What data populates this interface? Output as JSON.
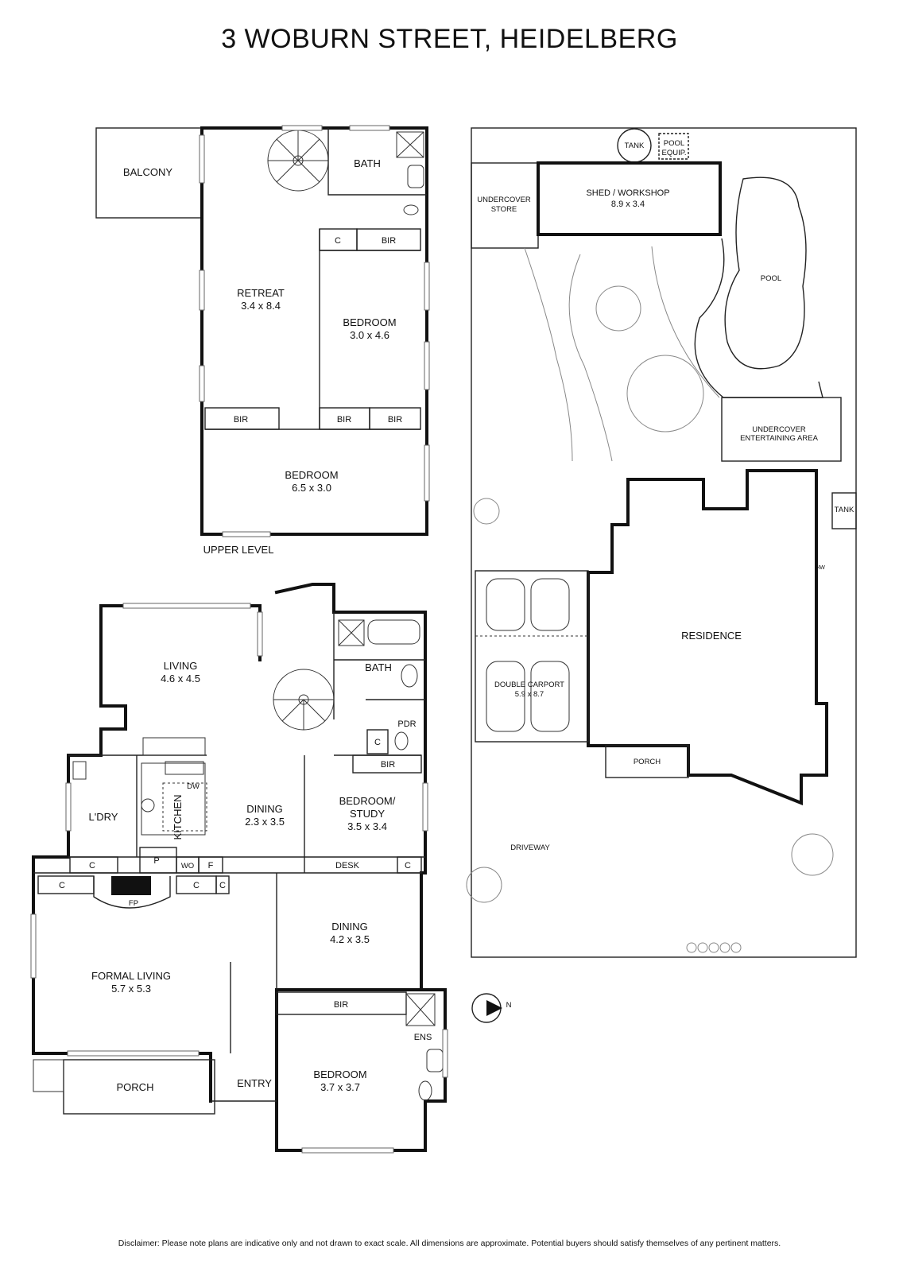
{
  "title": "3 WOBURN STREET, HEIDELBERG",
  "upper_level": {
    "label": "UPPER LEVEL",
    "rooms": {
      "balcony": "BALCONY",
      "bath": "BATH",
      "retreat": "RETREAT",
      "retreat_dim": "3.4 x 8.4",
      "bedroom_a": "BEDROOM",
      "bedroom_a_dim": "3.0 x 4.6",
      "bedroom_b": "BEDROOM",
      "bedroom_b_dim": "6.5 x 3.0",
      "c": "C",
      "bir_top": "BIR",
      "bir_1": "BIR",
      "bir_2": "BIR",
      "bir_3": "BIR"
    }
  },
  "ground_level": {
    "rooms": {
      "living": "LIVING",
      "living_dim": "4.6 x 4.5",
      "bath": "BATH",
      "pdr": "PDR",
      "c_pdr": "C",
      "bir": "BIR",
      "ldry": "L'DRY",
      "kitchen": "KITCHEN",
      "dw": "DW",
      "dining_small": "DINING",
      "dining_small_dim": "2.3 x 3.5",
      "bedroom_study": "BEDROOM/",
      "bedroom_study_2": "STUDY",
      "bedroom_study_dim": "3.5 x 3.4",
      "desk": "DESK",
      "c_desk": "C",
      "c1": "C",
      "p": "P",
      "wo": "WO",
      "f": "F",
      "c2": "C",
      "c3": "C",
      "c4": "C",
      "fp": "FP",
      "dining_large": "DINING",
      "dining_large_dim": "4.2 x 3.5",
      "formal_living": "FORMAL LIVING",
      "formal_living_dim": "5.7 x 5.3",
      "bir_bed": "BIR",
      "ens": "ENS",
      "bedroom": "BEDROOM",
      "bedroom_dim": "3.7 x 3.7",
      "porch": "PORCH",
      "entry": "ENTRY"
    }
  },
  "site_plan": {
    "tank_top": "TANK",
    "pool_equip_1": "POOL",
    "pool_equip_2": "EQUIP.",
    "undercover_store_1": "UNDERCOVER",
    "undercover_store_2": "STORE",
    "shed": "SHED / WORKSHOP",
    "shed_dim": "8.9 x 3.4",
    "pool": "POOL",
    "entertaining_1": "UNDERCOVER",
    "entertaining_2": "ENTERTAINING AREA",
    "tank_side": "TANK",
    "hw": "HW",
    "residence": "RESIDENCE",
    "carport": "DOUBLE CARPORT",
    "carport_dim": "5.9 x 8.7",
    "porch": "PORCH",
    "driveway": "DRIVEWAY"
  },
  "compass": {
    "label": "N"
  },
  "disclaimer": "Disclaimer: Please note plans are indicative only and not drawn to exact scale. All dimensions are approximate. Potential buyers should satisfy themselves of any pertinent matters."
}
